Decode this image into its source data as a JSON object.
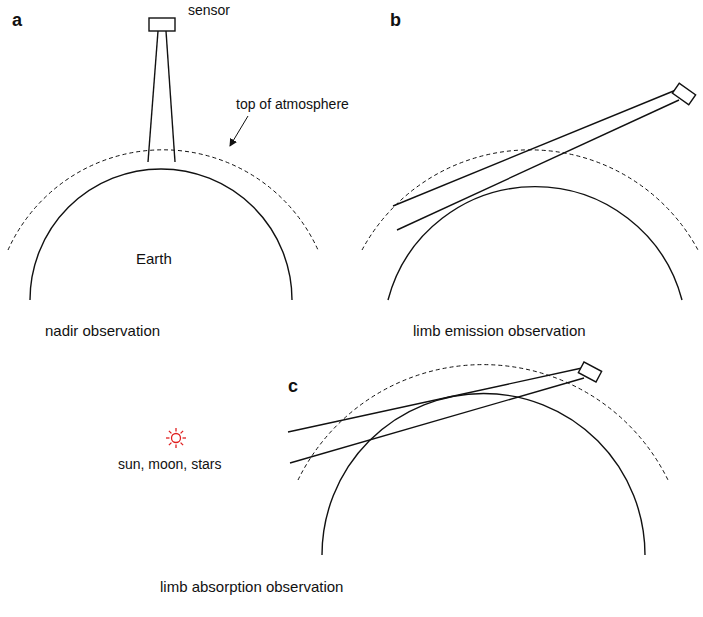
{
  "diagram": {
    "labels": [
      "a",
      "sensor",
      "b",
      "top of atmosphere",
      "Earth",
      "nadir observation",
      "limb emission observation",
      "c",
      "sun, moon, stars",
      "limb absorption observation"
    ]
  }
}
